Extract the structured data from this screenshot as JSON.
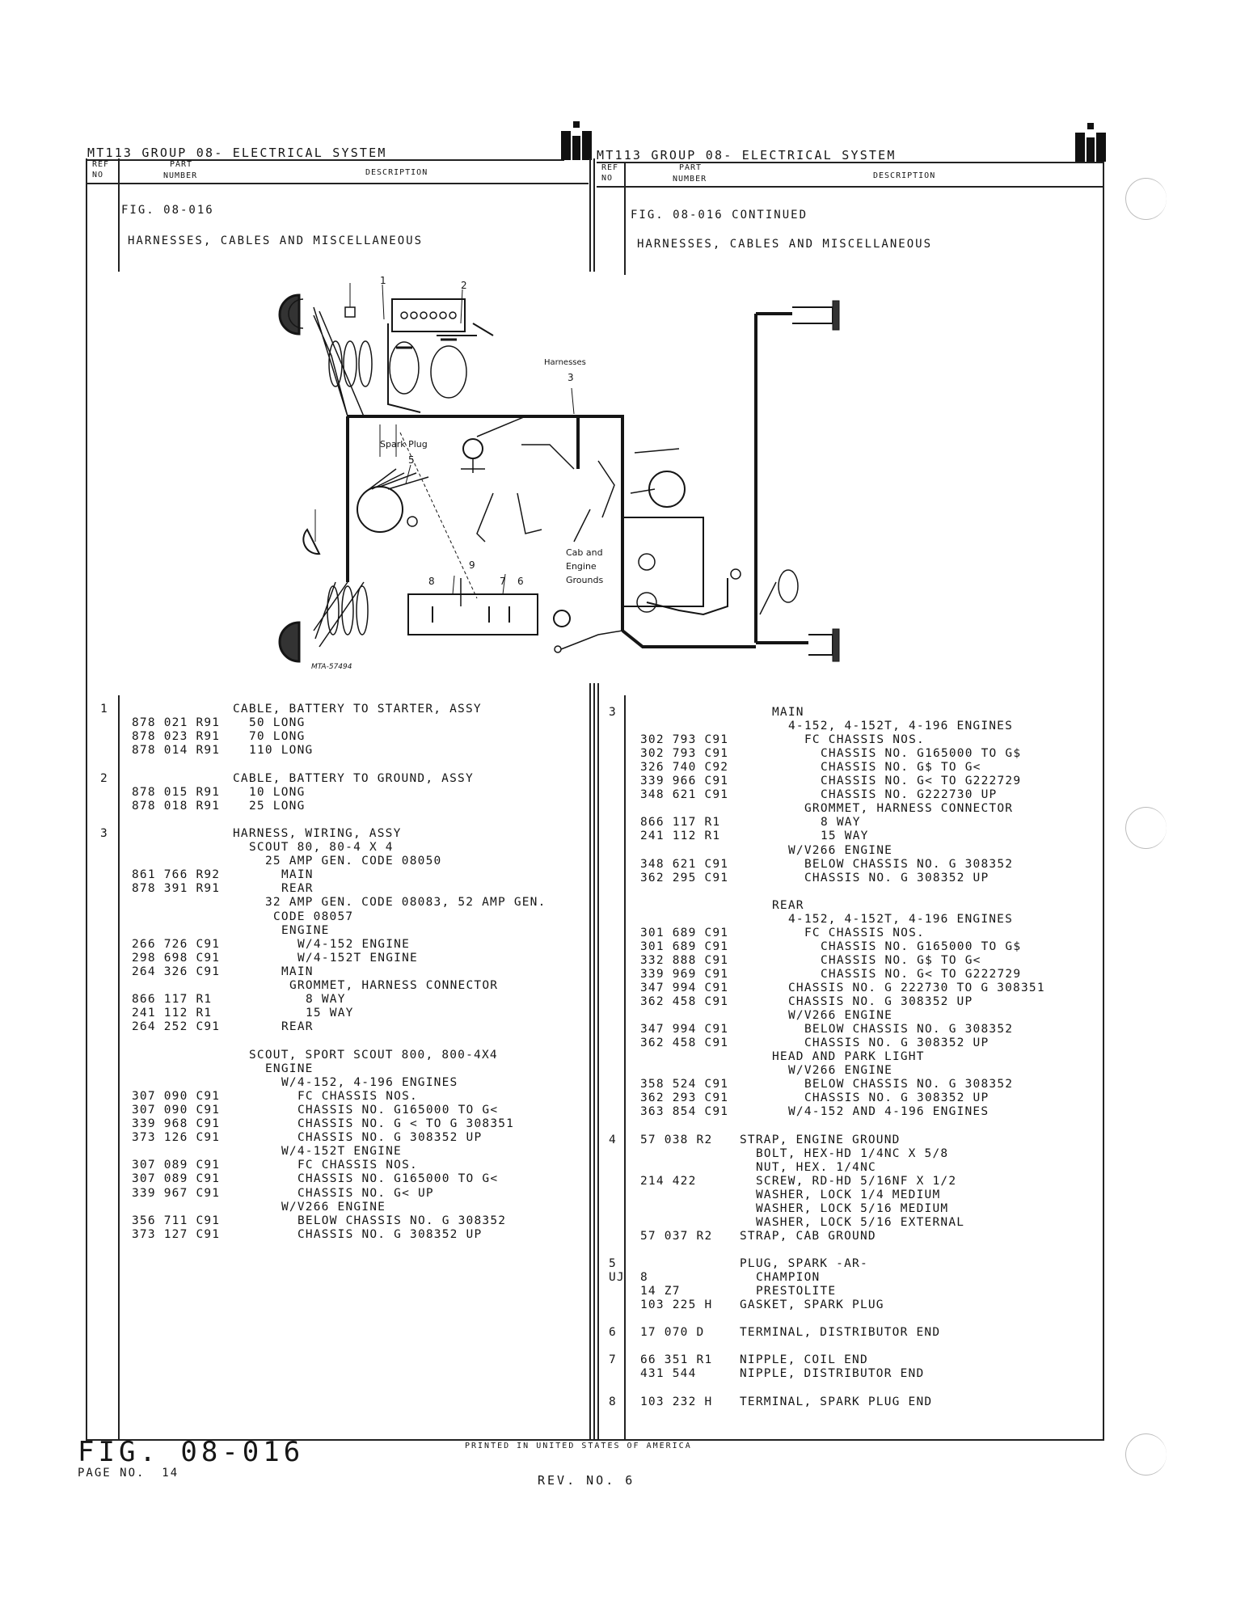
{
  "header": {
    "left_title": "MT113 GROUP 08- ELECTRICAL SYSTEM",
    "right_title": "MT113 GROUP 08- ELECTRICAL SYSTEM",
    "col_ref": "REF",
    "col_no": "NO",
    "col_part": "PART",
    "col_number": "NUMBER",
    "col_description": "DESCRIPTION"
  },
  "left_panel": {
    "fig": "FIG. 08-016",
    "subtitle": "HARNESSES, CABLES AND MISCELLANEOUS"
  },
  "right_panel": {
    "fig": "FIG. 08-016  CONTINUED",
    "subtitle": "HARNESSES, CABLES AND MISCELLANEOUS"
  },
  "diagram": {
    "label_harnesses": "Harnesses",
    "label_spark_plug": "Spark Plug",
    "label_cab_1": "Cab and",
    "label_cab_2": "Engine",
    "label_cab_3": "Grounds",
    "code": "MTA-57494",
    "callouts": [
      "1",
      "2",
      "3",
      "5",
      "8",
      "9",
      "7",
      "6"
    ]
  },
  "left_rows": [
    {
      "ref": "1",
      "part": "",
      "desc": "CABLE, BATTERY TO STARTER, ASSY",
      "indent": 0
    },
    {
      "ref": "",
      "part": "878 021 R91",
      "desc": "50 LONG",
      "indent": 1
    },
    {
      "ref": "",
      "part": "878 023 R91",
      "desc": "70 LONG",
      "indent": 1
    },
    {
      "ref": "",
      "part": "878 014 R91",
      "desc": "110 LONG",
      "indent": 1
    },
    {
      "ref": "",
      "part": "",
      "desc": "",
      "indent": 0
    },
    {
      "ref": "2",
      "part": "",
      "desc": "CABLE, BATTERY TO GROUND, ASSY",
      "indent": 0
    },
    {
      "ref": "",
      "part": "878 015 R91",
      "desc": "10 LONG",
      "indent": 1
    },
    {
      "ref": "",
      "part": "878 018 R91",
      "desc": "25 LONG",
      "indent": 1
    },
    {
      "ref": "",
      "part": "",
      "desc": "",
      "indent": 0
    },
    {
      "ref": "3",
      "part": "",
      "desc": "HARNESS, WIRING, ASSY",
      "indent": 0
    },
    {
      "ref": "",
      "part": "",
      "desc": "SCOUT 80, 80-4 X 4",
      "indent": 1
    },
    {
      "ref": "",
      "part": "",
      "desc": "25 AMP GEN. CODE 08050",
      "indent": 2
    },
    {
      "ref": "",
      "part": "861 766 R92",
      "desc": "MAIN",
      "indent": 3
    },
    {
      "ref": "",
      "part": "878 391 R91",
      "desc": "REAR",
      "indent": 3
    },
    {
      "ref": "",
      "part": "",
      "desc": "32 AMP GEN. CODE 08083, 52 AMP GEN.",
      "indent": 2
    },
    {
      "ref": "",
      "part": "",
      "desc": "CODE 08057",
      "indent": 2.5
    },
    {
      "ref": "",
      "part": "",
      "desc": "ENGINE",
      "indent": 3
    },
    {
      "ref": "",
      "part": "266 726 C91",
      "desc": "W/4-152 ENGINE",
      "indent": 4
    },
    {
      "ref": "",
      "part": "298 698 C91",
      "desc": "W/4-152T ENGINE",
      "indent": 4
    },
    {
      "ref": "",
      "part": "264 326 C91",
      "desc": "MAIN",
      "indent": 3
    },
    {
      "ref": "",
      "part": "",
      "desc": "GROMMET, HARNESS CONNECTOR",
      "indent": 3.5
    },
    {
      "ref": "",
      "part": "866 117 R1",
      "desc": "8 WAY",
      "indent": 4.5
    },
    {
      "ref": "",
      "part": "241 112 R1",
      "desc": "15 WAY",
      "indent": 4.5
    },
    {
      "ref": "",
      "part": "264 252 C91",
      "desc": "REAR",
      "indent": 3
    },
    {
      "ref": "",
      "part": "",
      "desc": "",
      "indent": 0
    },
    {
      "ref": "",
      "part": "",
      "desc": "SCOUT, SPORT SCOUT 800, 800-4X4",
      "indent": 1
    },
    {
      "ref": "",
      "part": "",
      "desc": "ENGINE",
      "indent": 2
    },
    {
      "ref": "",
      "part": "",
      "desc": "W/4-152, 4-196 ENGINES",
      "indent": 3
    },
    {
      "ref": "",
      "part": "307 090 C91",
      "desc": "FC CHASSIS NOS.",
      "indent": 4
    },
    {
      "ref": "",
      "part": "307 090 C91",
      "desc": "CHASSIS NO. G165000 TO G<",
      "indent": 4
    },
    {
      "ref": "",
      "part": "339 968 C91",
      "desc": "CHASSIS NO. G < TO G 308351",
      "indent": 4
    },
    {
      "ref": "",
      "part": "373 126 C91",
      "desc": "CHASSIS NO. G 308352 UP",
      "indent": 4
    },
    {
      "ref": "",
      "part": "",
      "desc": "W/4-152T ENGINE",
      "indent": 3
    },
    {
      "ref": "",
      "part": "307 089 C91",
      "desc": "FC CHASSIS NOS.",
      "indent": 4
    },
    {
      "ref": "",
      "part": "307 089 C91",
      "desc": "CHASSIS NO. G165000 TO G<",
      "indent": 4
    },
    {
      "ref": "",
      "part": "339 967 C91",
      "desc": "CHASSIS NO. G< UP",
      "indent": 4
    },
    {
      "ref": "",
      "part": "",
      "desc": "W/V266 ENGINE",
      "indent": 3
    },
    {
      "ref": "",
      "part": "356 711 C91",
      "desc": "BELOW CHASSIS NO. G 308352",
      "indent": 4
    },
    {
      "ref": "",
      "part": "373 127 C91",
      "desc": "CHASSIS NO. G 308352 UP",
      "indent": 4
    }
  ],
  "right_rows": [
    {
      "ref": "3",
      "part": "",
      "desc": "MAIN",
      "indent": 2
    },
    {
      "ref": "",
      "part": "",
      "desc": "4-152, 4-152T, 4-196 ENGINES",
      "indent": 3
    },
    {
      "ref": "",
      "part": "302 793 C91",
      "desc": "FC CHASSIS NOS.",
      "indent": 4
    },
    {
      "ref": "",
      "part": "302 793 C91",
      "desc": "CHASSIS NO. G165000 TO G$",
      "indent": 5
    },
    {
      "ref": "",
      "part": "326 740 C92",
      "desc": "CHASSIS NO. G$ TO G<",
      "indent": 5
    },
    {
      "ref": "",
      "part": "339 966 C91",
      "desc": "CHASSIS NO. G< TO G222729",
      "indent": 5
    },
    {
      "ref": "",
      "part": "348 621 C91",
      "desc": "CHASSIS NO. G222730 UP",
      "indent": 5
    },
    {
      "ref": "",
      "part": "",
      "desc": "GROMMET, HARNESS CONNECTOR",
      "indent": 4
    },
    {
      "ref": "",
      "part": "866 117 R1",
      "desc": "8 WAY",
      "indent": 5
    },
    {
      "ref": "",
      "part": "241 112 R1",
      "desc": "15 WAY",
      "indent": 5
    },
    {
      "ref": "",
      "part": "",
      "desc": "W/V266 ENGINE",
      "indent": 3
    },
    {
      "ref": "",
      "part": "348 621 C91",
      "desc": "BELOW CHASSIS NO. G 308352",
      "indent": 4
    },
    {
      "ref": "",
      "part": "362 295 C91",
      "desc": "CHASSIS NO. G 308352 UP",
      "indent": 4
    },
    {
      "ref": "",
      "part": "",
      "desc": "",
      "indent": 0
    },
    {
      "ref": "",
      "part": "",
      "desc": "REAR",
      "indent": 2
    },
    {
      "ref": "",
      "part": "",
      "desc": "4-152, 4-152T, 4-196 ENGINES",
      "indent": 3
    },
    {
      "ref": "",
      "part": "301 689 C91",
      "desc": "FC CHASSIS NOS.",
      "indent": 4
    },
    {
      "ref": "",
      "part": "301 689 C91",
      "desc": "CHASSIS NO. G165000 TO G$",
      "indent": 5
    },
    {
      "ref": "",
      "part": "332 888 C91",
      "desc": "CHASSIS NO. G$ TO G<",
      "indent": 5
    },
    {
      "ref": "",
      "part": "339 969 C91",
      "desc": "CHASSIS NO. G< TO G222729",
      "indent": 5
    },
    {
      "ref": "",
      "part": "347 994 C91",
      "desc": "CHASSIS NO. G 222730 TO G 308351",
      "indent": 3
    },
    {
      "ref": "",
      "part": "362 458 C91",
      "desc": "CHASSIS NO. G 308352 UP",
      "indent": 3
    },
    {
      "ref": "",
      "part": "",
      "desc": "W/V266 ENGINE",
      "indent": 3
    },
    {
      "ref": "",
      "part": "347 994 C91",
      "desc": "BELOW CHASSIS NO. G 308352",
      "indent": 4
    },
    {
      "ref": "",
      "part": "362 458 C91",
      "desc": "CHASSIS NO. G 308352 UP",
      "indent": 4
    },
    {
      "ref": "",
      "part": "",
      "desc": "HEAD AND PARK LIGHT",
      "indent": 2
    },
    {
      "ref": "",
      "part": "",
      "desc": "W/V266 ENGINE",
      "indent": 3
    },
    {
      "ref": "",
      "part": "358 524 C91",
      "desc": "BELOW CHASSIS NO. G 308352",
      "indent": 4
    },
    {
      "ref": "",
      "part": "362 293 C91",
      "desc": "CHASSIS NO. G 308352 UP",
      "indent": 4
    },
    {
      "ref": "",
      "part": "363 854 C91",
      "desc": "W/4-152 AND 4-196 ENGINES",
      "indent": 3
    },
    {
      "ref": "",
      "part": "",
      "desc": "",
      "indent": 0
    },
    {
      "ref": "4",
      "part": "57 038 R2",
      "desc": "STRAP, ENGINE GROUND",
      "indent": 0
    },
    {
      "ref": "",
      "part": "",
      "desc": "BOLT, HEX-HD 1/4NC X 5/8",
      "indent": 1
    },
    {
      "ref": "",
      "part": "",
      "desc": "NUT, HEX. 1/4NC",
      "indent": 1
    },
    {
      "ref": "",
      "part": "214 422",
      "desc": "SCREW, RD-HD 5/16NF X 1/2",
      "indent": 1
    },
    {
      "ref": "",
      "part": "",
      "desc": "WASHER, LOCK 1/4 MEDIUM",
      "indent": 1
    },
    {
      "ref": "",
      "part": "",
      "desc": "WASHER, LOCK 5/16 MEDIUM",
      "indent": 1
    },
    {
      "ref": "",
      "part": "",
      "desc": "WASHER, LOCK 5/16 EXTERNAL",
      "indent": 1
    },
    {
      "ref": "",
      "part": "57 037 R2",
      "desc": "STRAP, CAB GROUND",
      "indent": 0
    },
    {
      "ref": "",
      "part": "",
      "desc": "",
      "indent": 0
    },
    {
      "ref": "5",
      "part": "",
      "desc": "PLUG, SPARK -AR-",
      "indent": 0
    },
    {
      "ref": "UJ",
      "part": "8",
      "desc": "CHAMPION",
      "indent": 1
    },
    {
      "ref": "",
      "part": "14 Z7",
      "desc": "PRESTOLITE",
      "indent": 1
    },
    {
      "ref": "",
      "part": "103 225 H",
      "desc": "GASKET, SPARK PLUG",
      "indent": 0
    },
    {
      "ref": "",
      "part": "",
      "desc": "",
      "indent": 0
    },
    {
      "ref": "6",
      "part": "17 070 D",
      "desc": "TERMINAL, DISTRIBUTOR END",
      "indent": 0
    },
    {
      "ref": "",
      "part": "",
      "desc": "",
      "indent": 0
    },
    {
      "ref": "7",
      "part": "66 351 R1",
      "desc": "NIPPLE, COIL END",
      "indent": 0
    },
    {
      "ref": "",
      "part": "431 544",
      "desc": "NIPPLE, DISTRIBUTOR END",
      "indent": 0
    },
    {
      "ref": "",
      "part": "",
      "desc": "",
      "indent": 0
    },
    {
      "ref": "8",
      "part": "103 232 H",
      "desc": "TERMINAL, SPARK PLUG END",
      "indent": 0
    }
  ],
  "footer": {
    "fig_big": "FIG. 08-016",
    "page_no": "PAGE NO.  14",
    "printed": "PRINTED IN UNITED STATES OF AMERICA",
    "rev": "REV. NO. 6"
  }
}
